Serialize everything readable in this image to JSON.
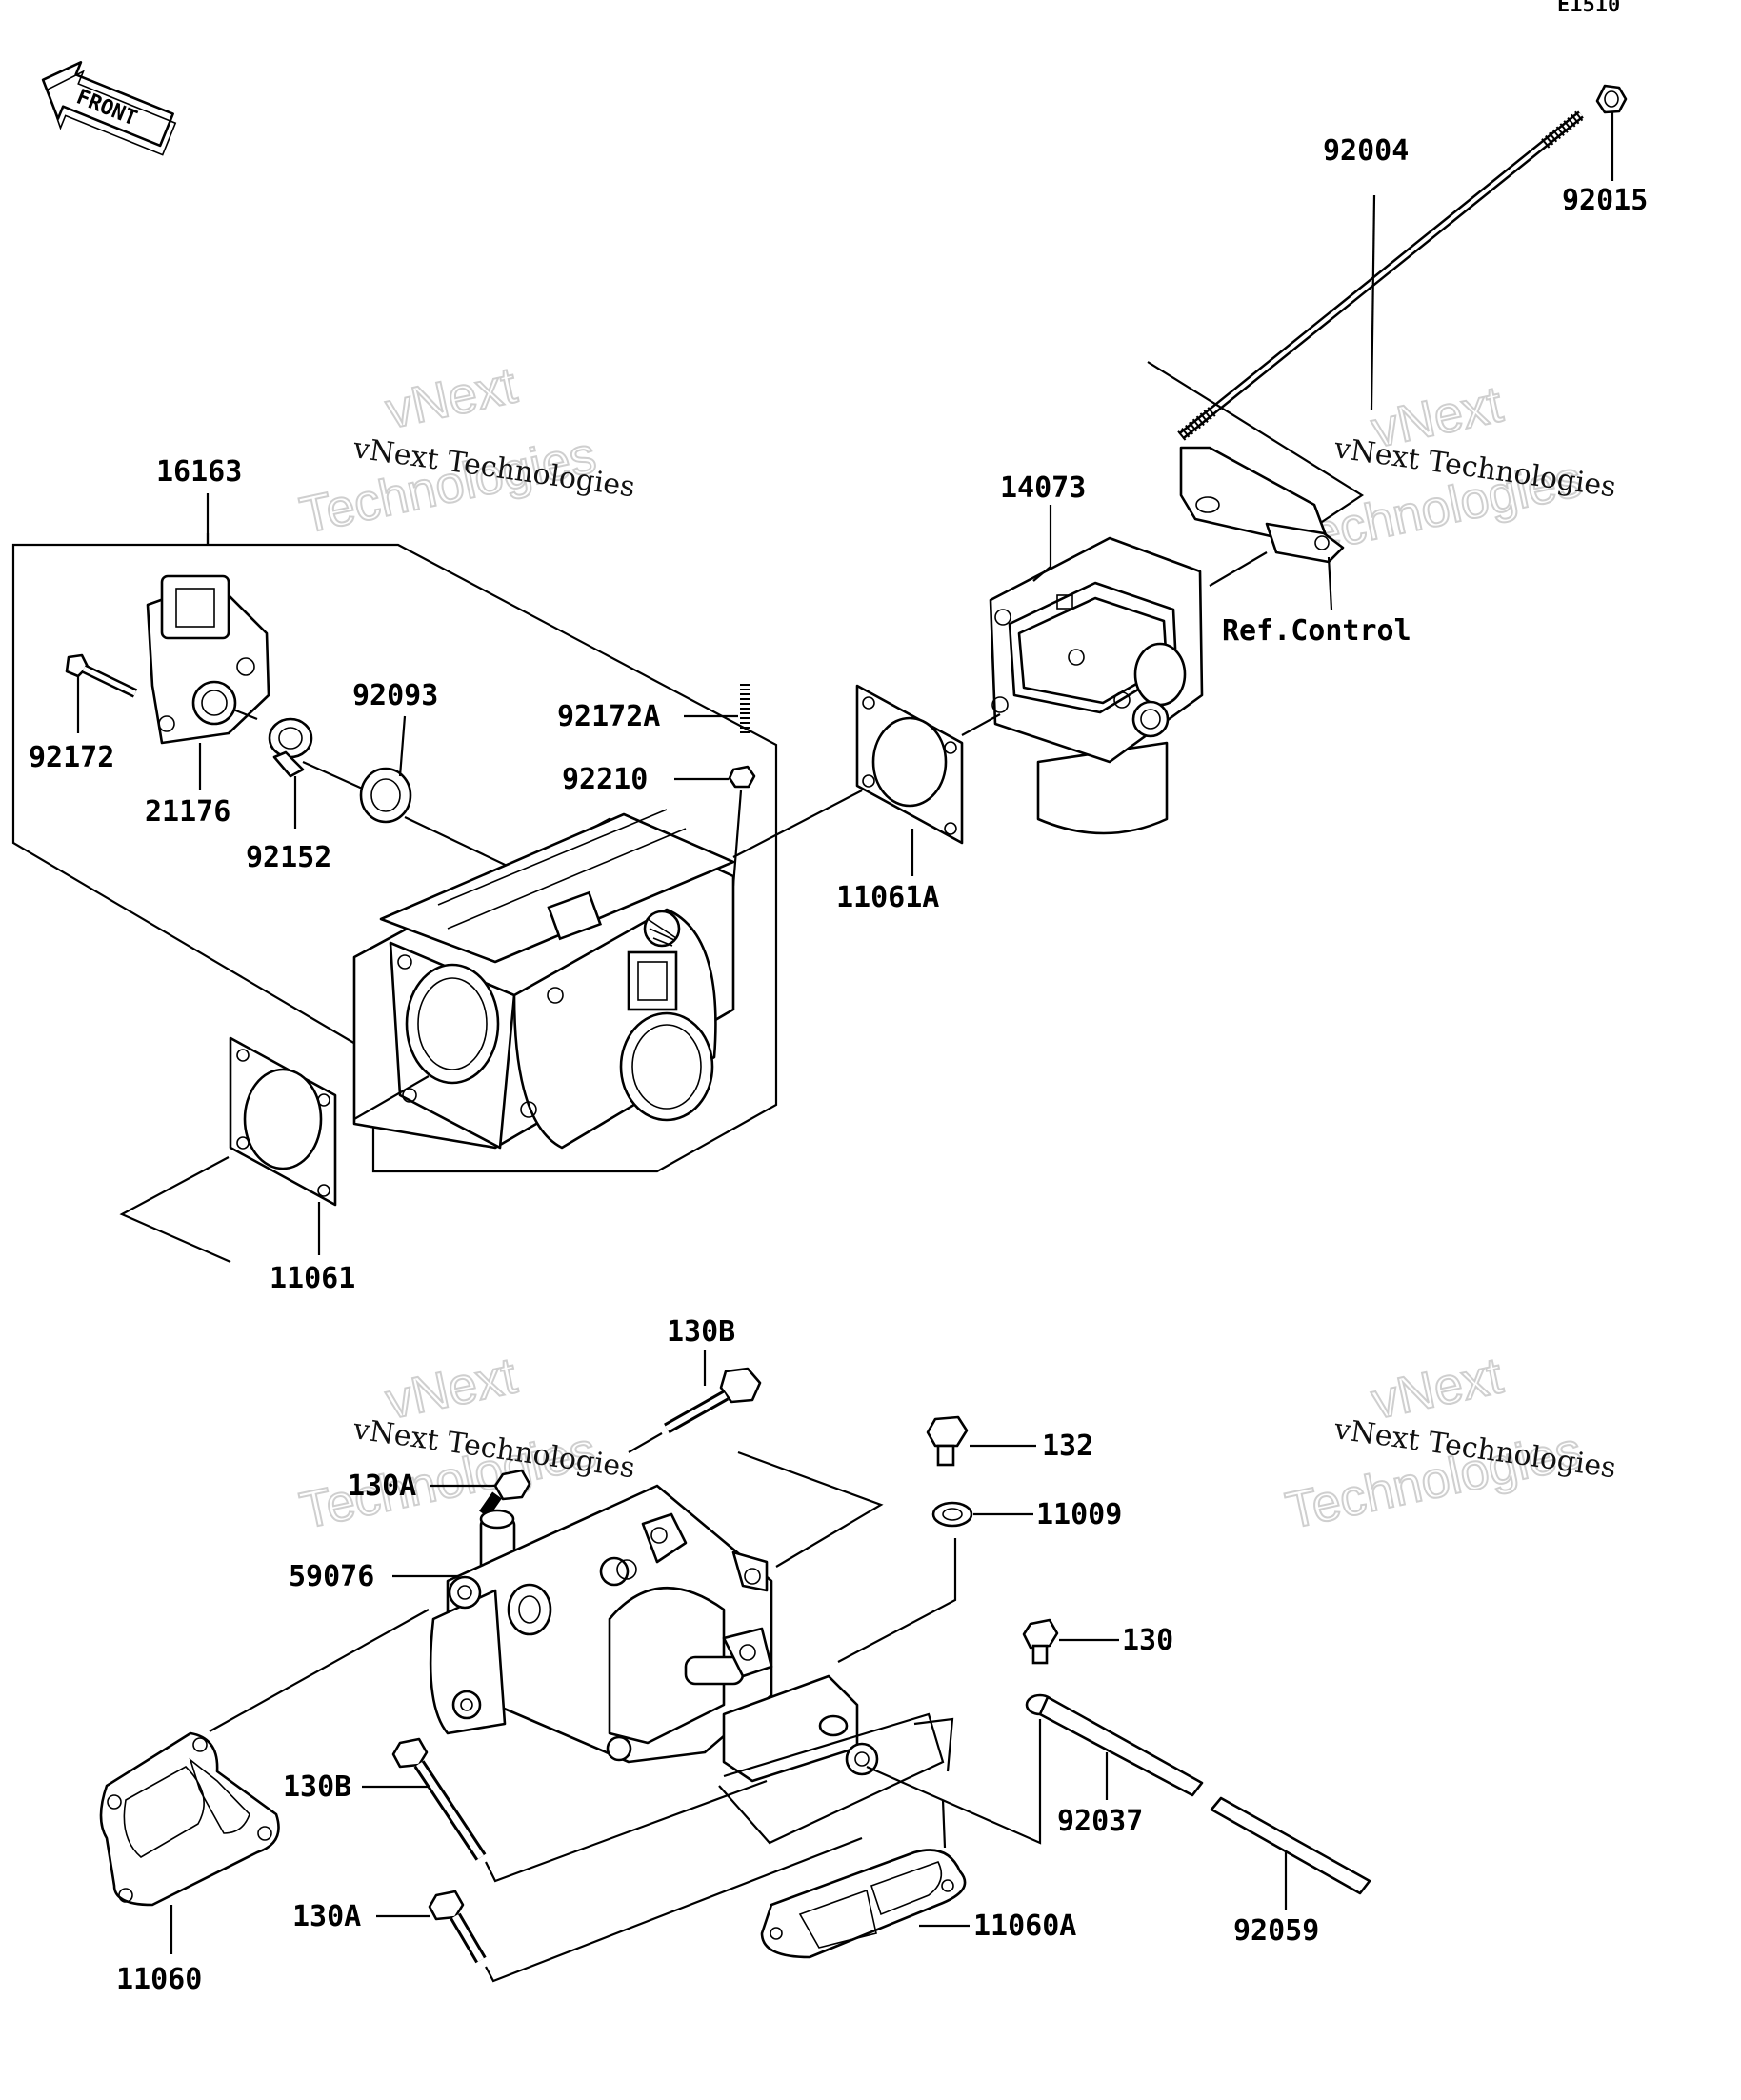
{
  "diagram_code": "E1510",
  "front_arrow": "FRONT",
  "watermark": {
    "line1": "vNext",
    "line2": "vNext Technologies",
    "line3": "Technologies"
  },
  "parts": {
    "p92004": "92004",
    "p92015": "92015",
    "p16163": "16163",
    "p14073": "14073",
    "ref_control": "Ref.Control",
    "p92093": "92093",
    "p92172A": "92172A",
    "p92210": "92210",
    "p92172": "92172",
    "p21176": "21176",
    "p92152": "92152",
    "p11061A": "11061A",
    "p11061": "11061",
    "p130B_top": "130B",
    "p132": "132",
    "p130A_top": "130A",
    "p11009": "11009",
    "p59076": "59076",
    "p130": "130",
    "p130B_bottom": "130B",
    "p92037": "92037",
    "p130A_bottom": "130A",
    "p11060A": "11060A",
    "p92059": "92059",
    "p11060": "11060"
  }
}
